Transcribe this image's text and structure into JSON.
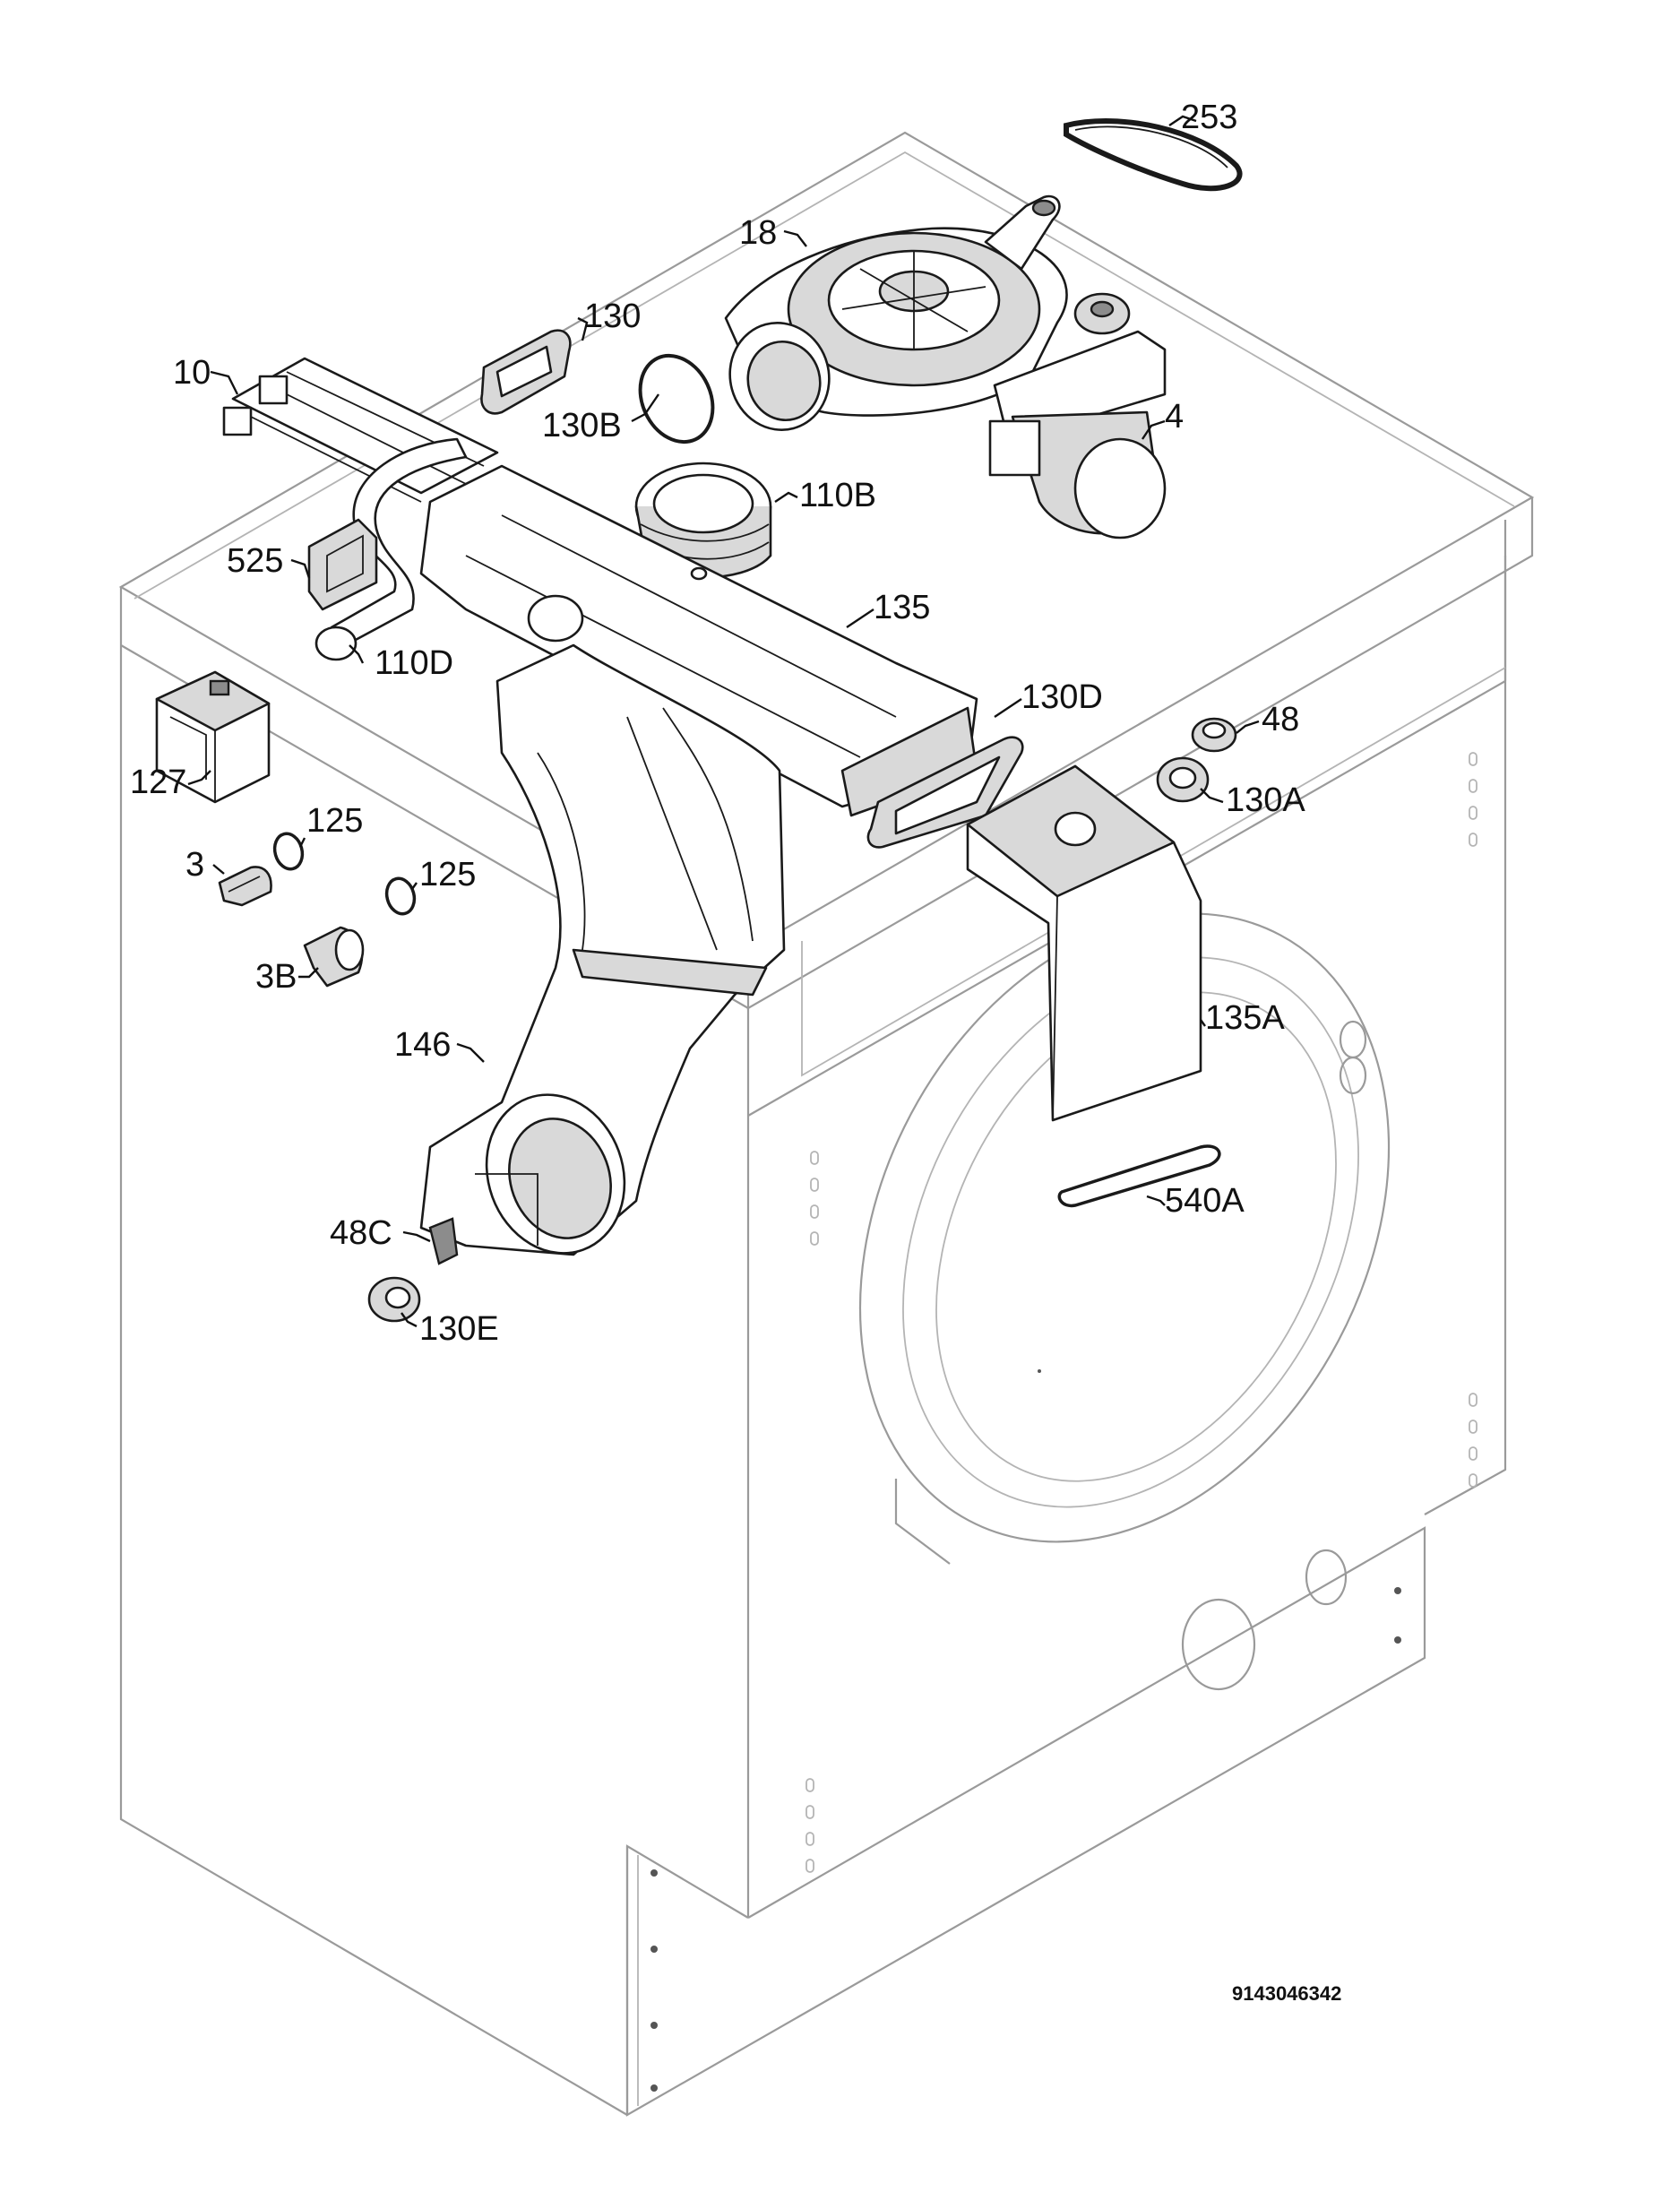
{
  "labels": [
    {
      "id": "253",
      "text": "253"
    },
    {
      "id": "18",
      "text": "18"
    },
    {
      "id": "130",
      "text": "130"
    },
    {
      "id": "10",
      "text": "10"
    },
    {
      "id": "130B",
      "text": "130B"
    },
    {
      "id": "4",
      "text": "4"
    },
    {
      "id": "110B",
      "text": "110B"
    },
    {
      "id": "525",
      "text": "525"
    },
    {
      "id": "135",
      "text": "135"
    },
    {
      "id": "110D",
      "text": "110D"
    },
    {
      "id": "130D",
      "text": "130D"
    },
    {
      "id": "48",
      "text": "48"
    },
    {
      "id": "127",
      "text": "127"
    },
    {
      "id": "130A",
      "text": "130A"
    },
    {
      "id": "125a",
      "text": "125"
    },
    {
      "id": "3",
      "text": "3"
    },
    {
      "id": "125b",
      "text": "125"
    },
    {
      "id": "3B",
      "text": "3B"
    },
    {
      "id": "135A",
      "text": "135A"
    },
    {
      "id": "146",
      "text": "146"
    },
    {
      "id": "540A",
      "text": "540A"
    },
    {
      "id": "48C",
      "text": "48C"
    },
    {
      "id": "130E",
      "text": "130E"
    }
  ],
  "document_number": "9143046342"
}
